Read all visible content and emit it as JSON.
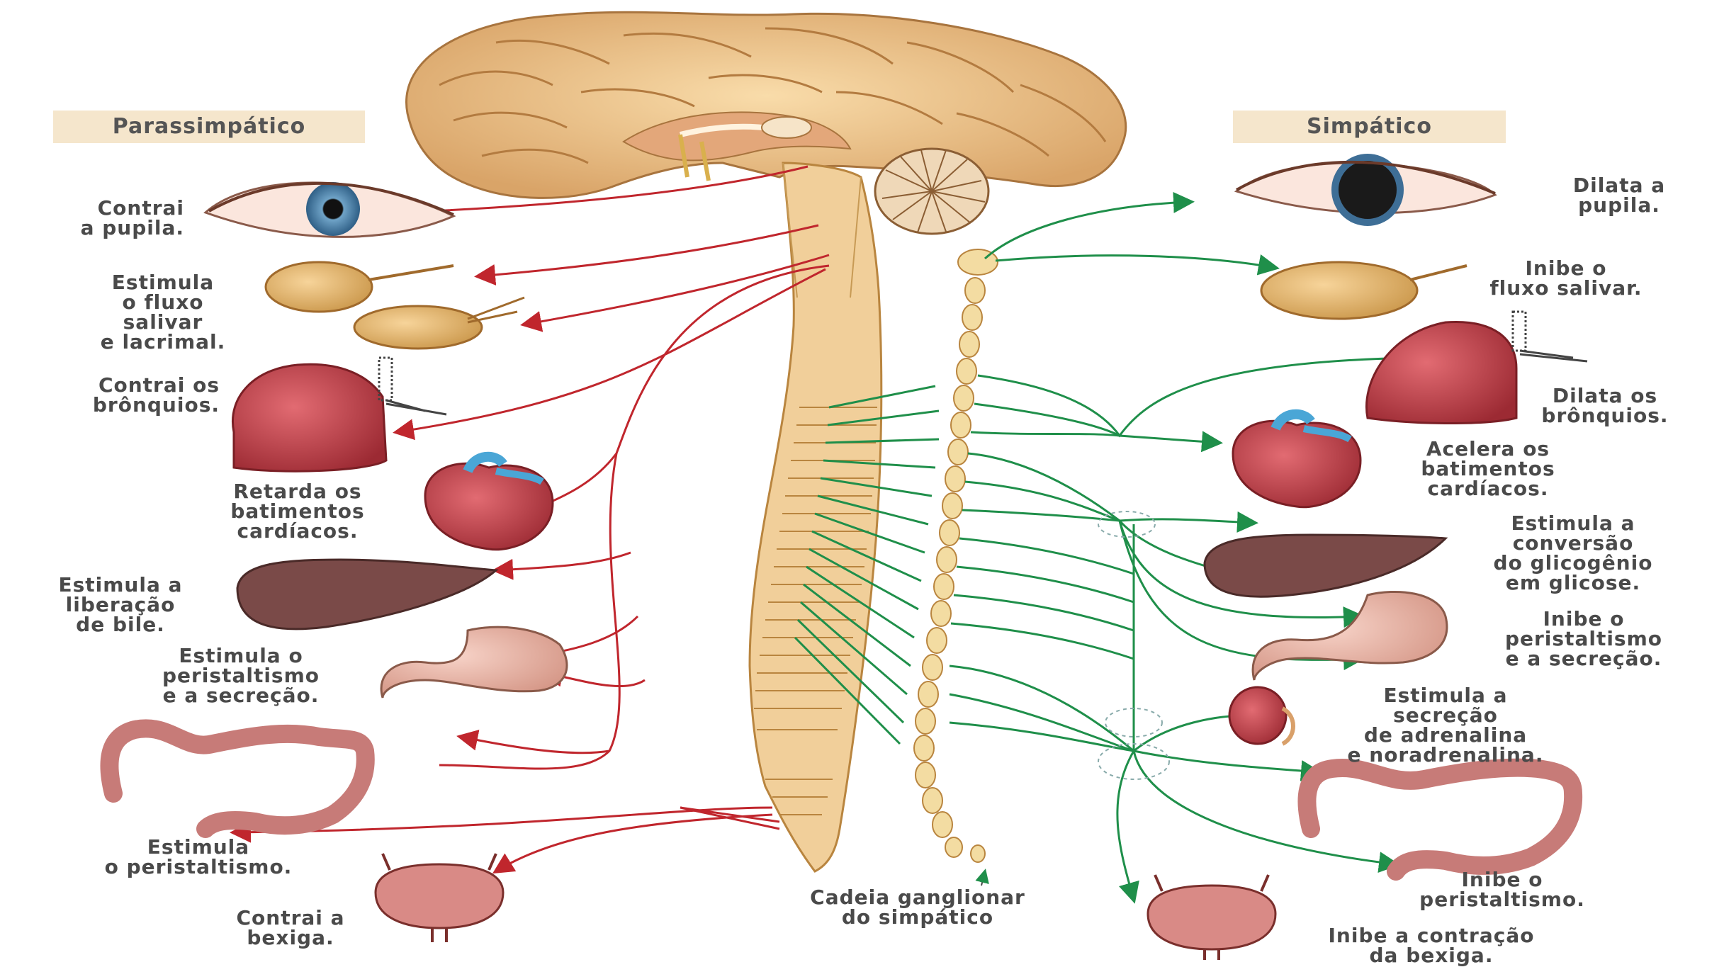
{
  "headers": {
    "left": "Parassimpático",
    "right": "Simpático"
  },
  "parasympathetic_labels": [
    "Contrai\na pupila.",
    "Estimula\no fluxo\nsalivar\ne lacrimal.",
    "Contrai os\nbrônquios.",
    "Retarda os\nbatimentos\ncardíacos.",
    "Estimula a\nliberação\nde bile.",
    "Estimula o\nperistaltismo\ne a secreção.",
    "Estimula\no peristaltismo.",
    "Contrai a\nbexiga."
  ],
  "sympathetic_labels": [
    "Dilata a\npupila.",
    "Inibe o\nfluxo salivar.",
    "Dilata os\nbrônquios.",
    "Acelera os\nbatimentos\ncardíacos.",
    "Estimula a\nconversão\ndo glicogênio\nem glicose.",
    "Inibe o\nperistaltismo\ne a secreção.",
    "Estimula a\nsecreção\nde adrenalina\ne noradrenalina.",
    "Inibe o\nperistaltismo.",
    "Inibe a contração\nda bexiga."
  ],
  "chain_label": "Cadeia ganglionar\ndo simpático",
  "colors": {
    "parasympathetic": "#c0262d",
    "sympathetic": "#1f8f4a",
    "spine": "#f1cf9a",
    "brain": "#f0c98e",
    "organ": "#c2464e",
    "liver": "#7a4a48",
    "header_bg": "#f5e6cc"
  }
}
